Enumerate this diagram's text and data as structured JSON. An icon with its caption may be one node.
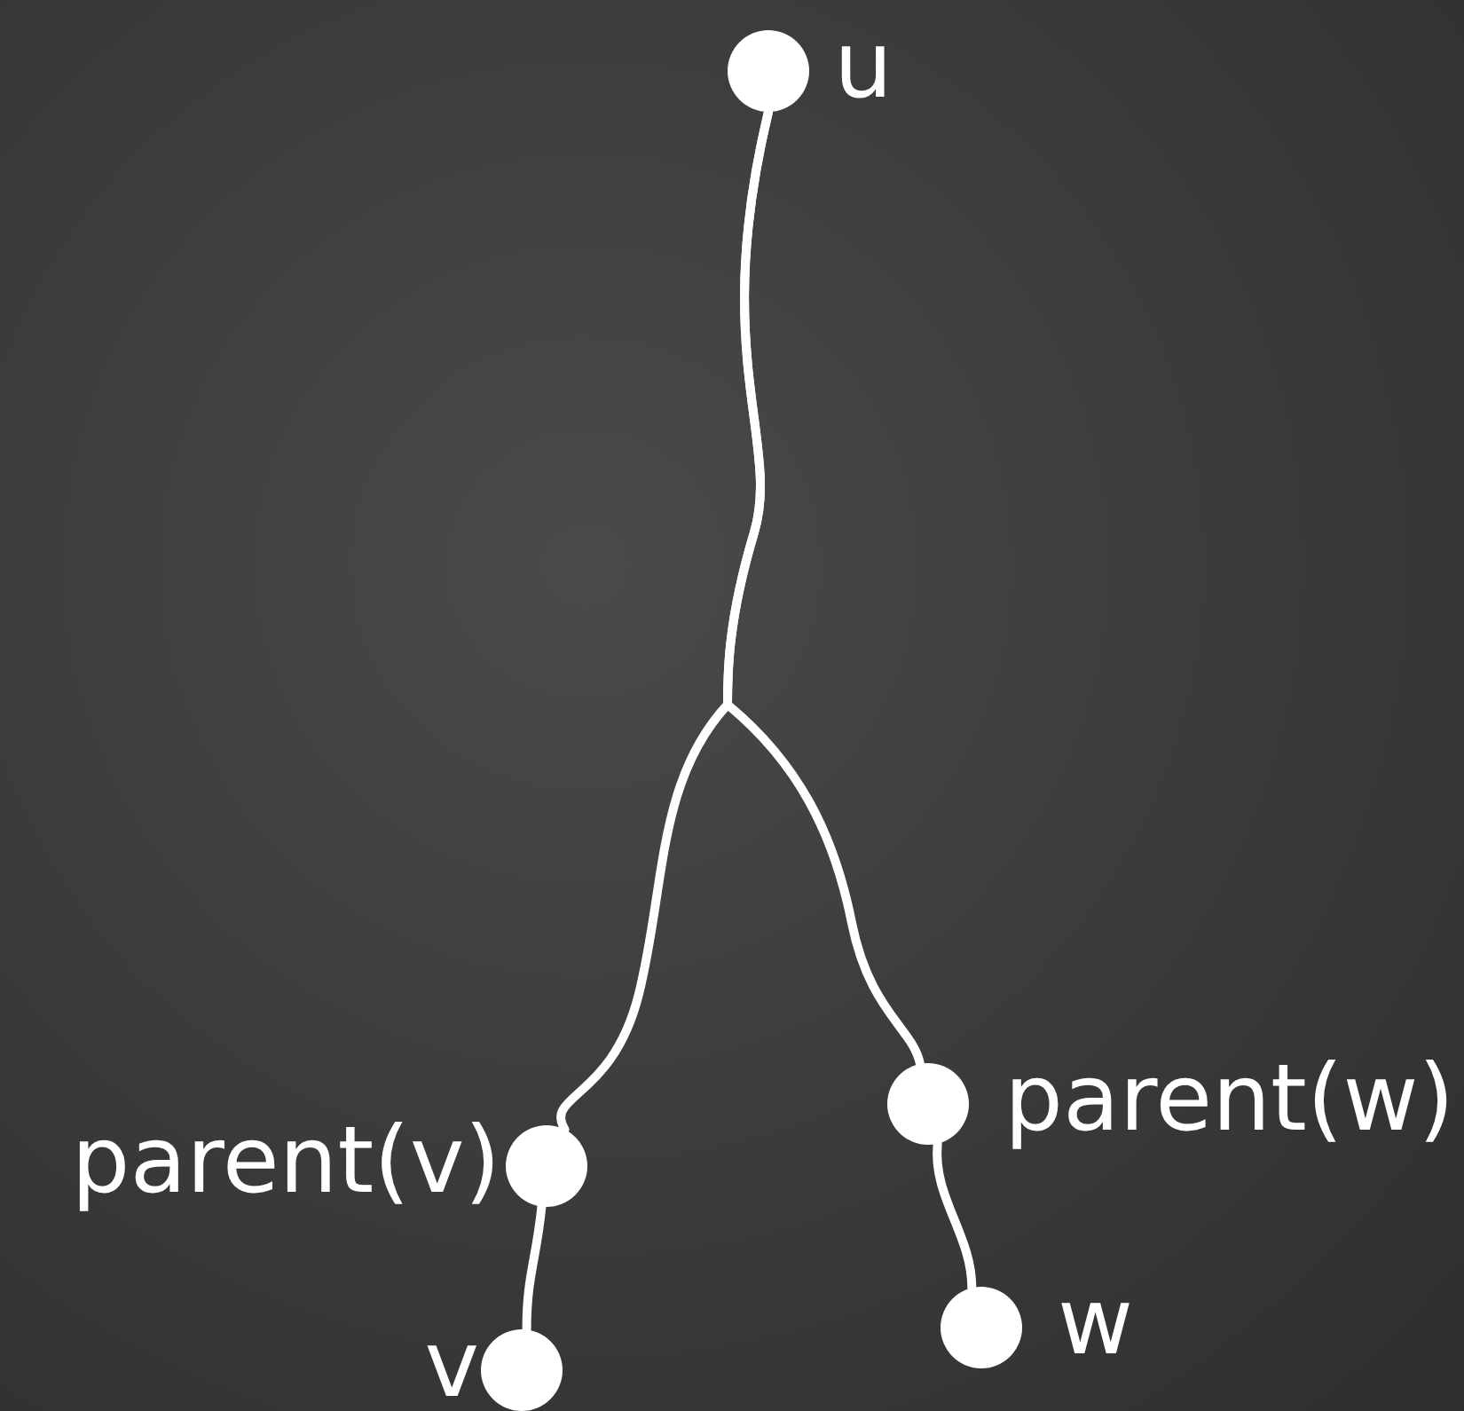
{
  "diagram": {
    "nodes": [
      {
        "text": [],
        "shape": "circle",
        "beside": [
          "u"
        ]
      },
      {
        "text": [],
        "shape": "circle",
        "beside": [
          "parent(v)"
        ]
      },
      {
        "text": [],
        "shape": "circle",
        "beside": [
          "v"
        ]
      },
      {
        "text": [],
        "shape": "circle",
        "beside": [
          "parent(w)"
        ]
      },
      {
        "text": [],
        "shape": "circle",
        "beside": [
          "w"
        ]
      }
    ],
    "edges": [
      {
        "from": 0,
        "to": 1,
        "arrow": "none"
      },
      {
        "from": 0,
        "to": 3,
        "arrow": "none"
      },
      {
        "from": 1,
        "to": 2,
        "arrow": "none"
      },
      {
        "from": 3,
        "to": 4,
        "arrow": "none"
      }
    ]
  }
}
